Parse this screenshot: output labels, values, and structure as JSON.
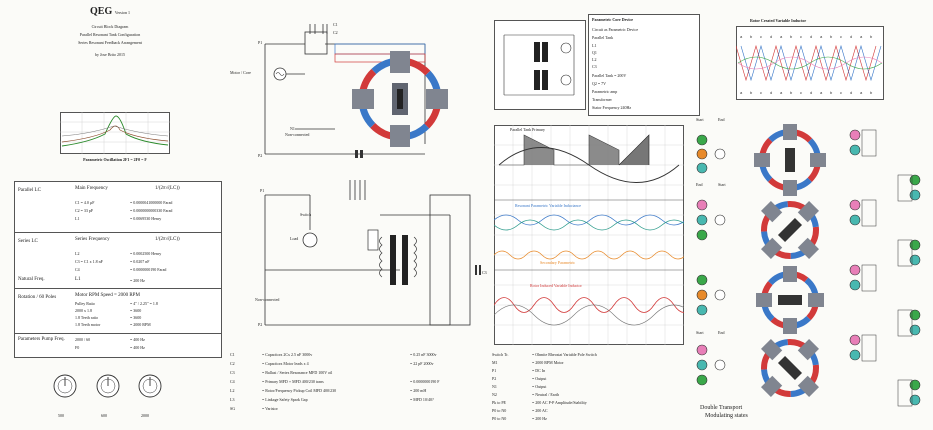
{
  "header": {
    "title": "QEG",
    "title_suffix": "Version 1",
    "subtitle_lines": [
      "Circuit Block Diagram",
      "Parallel Resonant Tank Configuration",
      "Series Resonant Feedback Arrangement",
      "by Jose Brito 2015"
    ]
  },
  "resonance_plot": {
    "caption": "Parametric Oscillation 2F1 = 2F0 = F"
  },
  "left_table": {
    "rows": [
      {
        "label": "Parallel LC",
        "name": "Main Frequency",
        "formula": "1/(2π√(LC))",
        "lines": [
          "C1 = 4.0 µF",
          "C2 = 33 pF",
          "L1"
        ],
        "values": [
          "= 0.0000041000000 Farad",
          "= 0.0000000000330 Farad",
          "= 0.0069530 Henry"
        ]
      },
      {
        "label": "Series LC",
        "name": "Series Frequency",
        "formula": "1/(2π√(LC))",
        "lines": [
          "L2",
          "C3 = C1 x 1.8 nF",
          "C4"
        ],
        "values": [
          "= 0.0002500 Henry",
          "= 0.0207 nF",
          "= 0.0000000190 Farad"
        ]
      },
      {
        "label": "Natural Freq.",
        "name": "L1",
        "formula": "",
        "lines": [],
        "values": [
          "= 200 Hz"
        ]
      },
      {
        "label": "Rotation / 60 Poles",
        "name": "Motor RPM Speed = 2000 RPM",
        "formula": "",
        "lines": [
          "Pulley Ratio",
          "2000 x 1.8",
          "1.8 Teeth ratio",
          "1.8 Teeth motor"
        ],
        "values": [
          "= 4\" / 2.25\" = 1.8",
          "= 3600",
          "= 3600",
          "= 2000 RPM"
        ]
      },
      {
        "label": "Parameters Pump Freq.",
        "name": "2000 / 60",
        "formula": "",
        "lines": [
          "F0"
        ],
        "values": [
          "= 400 Hz",
          "= 400 Hz"
        ]
      }
    ]
  },
  "meters": [
    {
      "label": "500"
    },
    {
      "label": "600"
    },
    {
      "label": "2000"
    }
  ],
  "schematic_top": {
    "labels": [
      "P1",
      "P2",
      "C1",
      "C2",
      "C3",
      "N1",
      "Motor / Core",
      "Non-connected",
      "P2"
    ]
  },
  "schematic_bottom": {
    "labels": [
      "P1",
      "C1",
      "C2",
      "Switch",
      "Load",
      "Switch",
      "Non-connected",
      "P2",
      "C3"
    ]
  },
  "scope": {
    "panel_a": "Parallel Tank Primary",
    "panel_b": "Resonant Parametric Variable Inductance",
    "panel_c": "Secondary Parametric",
    "panel_d": "Rotor Induced Variable Inductor"
  },
  "top_right_title": "Rotor Created Variable Inductor",
  "legend_center": {
    "title": "Parametric Core Device",
    "lines": [
      "Circuit as Parametric Device",
      "Parallel Tank",
      "L1",
      "Q1",
      "L2",
      "C3",
      "Parallel Tank = 200V",
      "Q2 = 7V",
      "Parametric amp",
      "Transformer",
      "Stator Frequency 240Hz"
    ]
  },
  "bottom_legend_1": {
    "rows": [
      [
        "C1",
        "= Capacitors 2Cx 2.5 nF 3000v",
        "= 0.25 nF 3000v"
      ],
      [
        "C2",
        "= Capacitors Motor leads x 4",
        "= 22 pF 2000v"
      ],
      [
        "C3",
        "= Ballast / Series Resonance MFD 100V oil",
        ""
      ],
      [
        "C4",
        "= Primary MFD + MFD 400/230 trans",
        "= 0.0000000190 F"
      ],
      [
        "L2",
        "= Rotor/Frequency Pickup Coil MFD 400/230",
        "= 200 mH"
      ],
      [
        "L3",
        "= Linkage Safety Spark Gap",
        "= MFD 10/40?"
      ],
      [
        "SG",
        "= Varistor",
        ""
      ]
    ]
  },
  "bottom_legend_2": {
    "rows": [
      [
        "Switch Tr.",
        "= Ohmite Rheostat Variable Pole Switch"
      ],
      [
        "M1",
        "= 2000 RPM Motor"
      ],
      [
        "P1",
        "= DC In"
      ],
      [
        "P2",
        "= Output"
      ],
      [
        "N1",
        "= Output"
      ],
      [
        "N2",
        "= Neutral / Earth"
      ],
      [
        "Pk to PE",
        "= 200 AC P-P Amplitude/Stability"
      ],
      [
        "P0 to N0",
        "= 200 AC"
      ],
      [
        "P0 to N0",
        "= 200 Hz"
      ]
    ]
  },
  "rotor_stack": {
    "caption_1": "Double Transport",
    "caption_2": "Modulating states",
    "labels": [
      "Start",
      "End",
      "End",
      "Start",
      "Start",
      "End"
    ]
  },
  "colors": {
    "red": "#d23a3a",
    "blue": "#3a78c8",
    "gray": "#808590",
    "green": "#3aa84a",
    "orange": "#e88a2a",
    "pink": "#e87fb8",
    "teal": "#48b8b0"
  }
}
